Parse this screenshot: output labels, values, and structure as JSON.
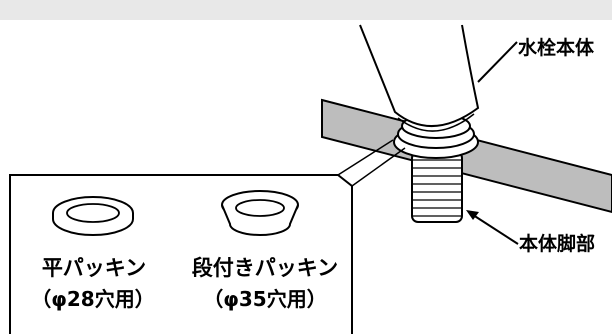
{
  "callouts": {
    "faucet_body": "水栓本体",
    "body_base": "本体脚部"
  },
  "gaskets": [
    {
      "name": "平パッキン",
      "size": "（φ28穴用）"
    },
    {
      "name": "段付きパッキン",
      "size": "（φ35穴用）"
    }
  ]
}
